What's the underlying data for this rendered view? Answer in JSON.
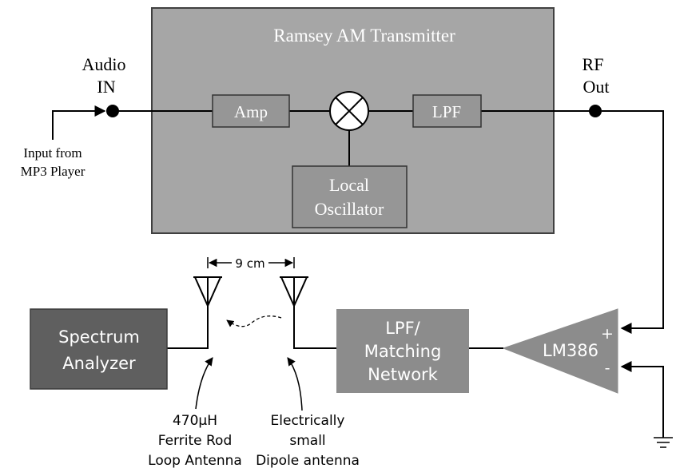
{
  "transmitter": {
    "title": "Ramsey AM Transmitter",
    "amp": "Amp",
    "lpf": "LPF",
    "local_osc_line1": "Local",
    "local_osc_line2": "Oscillator"
  },
  "audio_in": {
    "line1": "Audio",
    "line2": "IN"
  },
  "rf_out": {
    "line1": "RF",
    "line2": "Out"
  },
  "input_from": {
    "line1": "Input from",
    "line2": "MP3 Player"
  },
  "spectrum_analyzer": {
    "line1": "Spectrum",
    "line2": "Analyzer"
  },
  "matching": {
    "line1": "LPF/",
    "line2": "Matching",
    "line3": "Network"
  },
  "amplifier": {
    "label": "LM386",
    "plus": "+",
    "minus": "-"
  },
  "spacing": "9 cm",
  "loop_antenna": {
    "line1": "470μH",
    "line2": "Ferrite Rod",
    "line3": "Loop Antenna"
  },
  "dipole_antenna": {
    "line1": "Electrically",
    "line2": "small",
    "line3": "Dipole antenna"
  },
  "colors": {
    "transmitter_bg": "#a6a6a6",
    "transmitter_block": "#969696",
    "dark_block": "#5f5f5f",
    "mid_block": "#8c8c8c",
    "line": "#000000",
    "white_text": "#ffffff"
  }
}
